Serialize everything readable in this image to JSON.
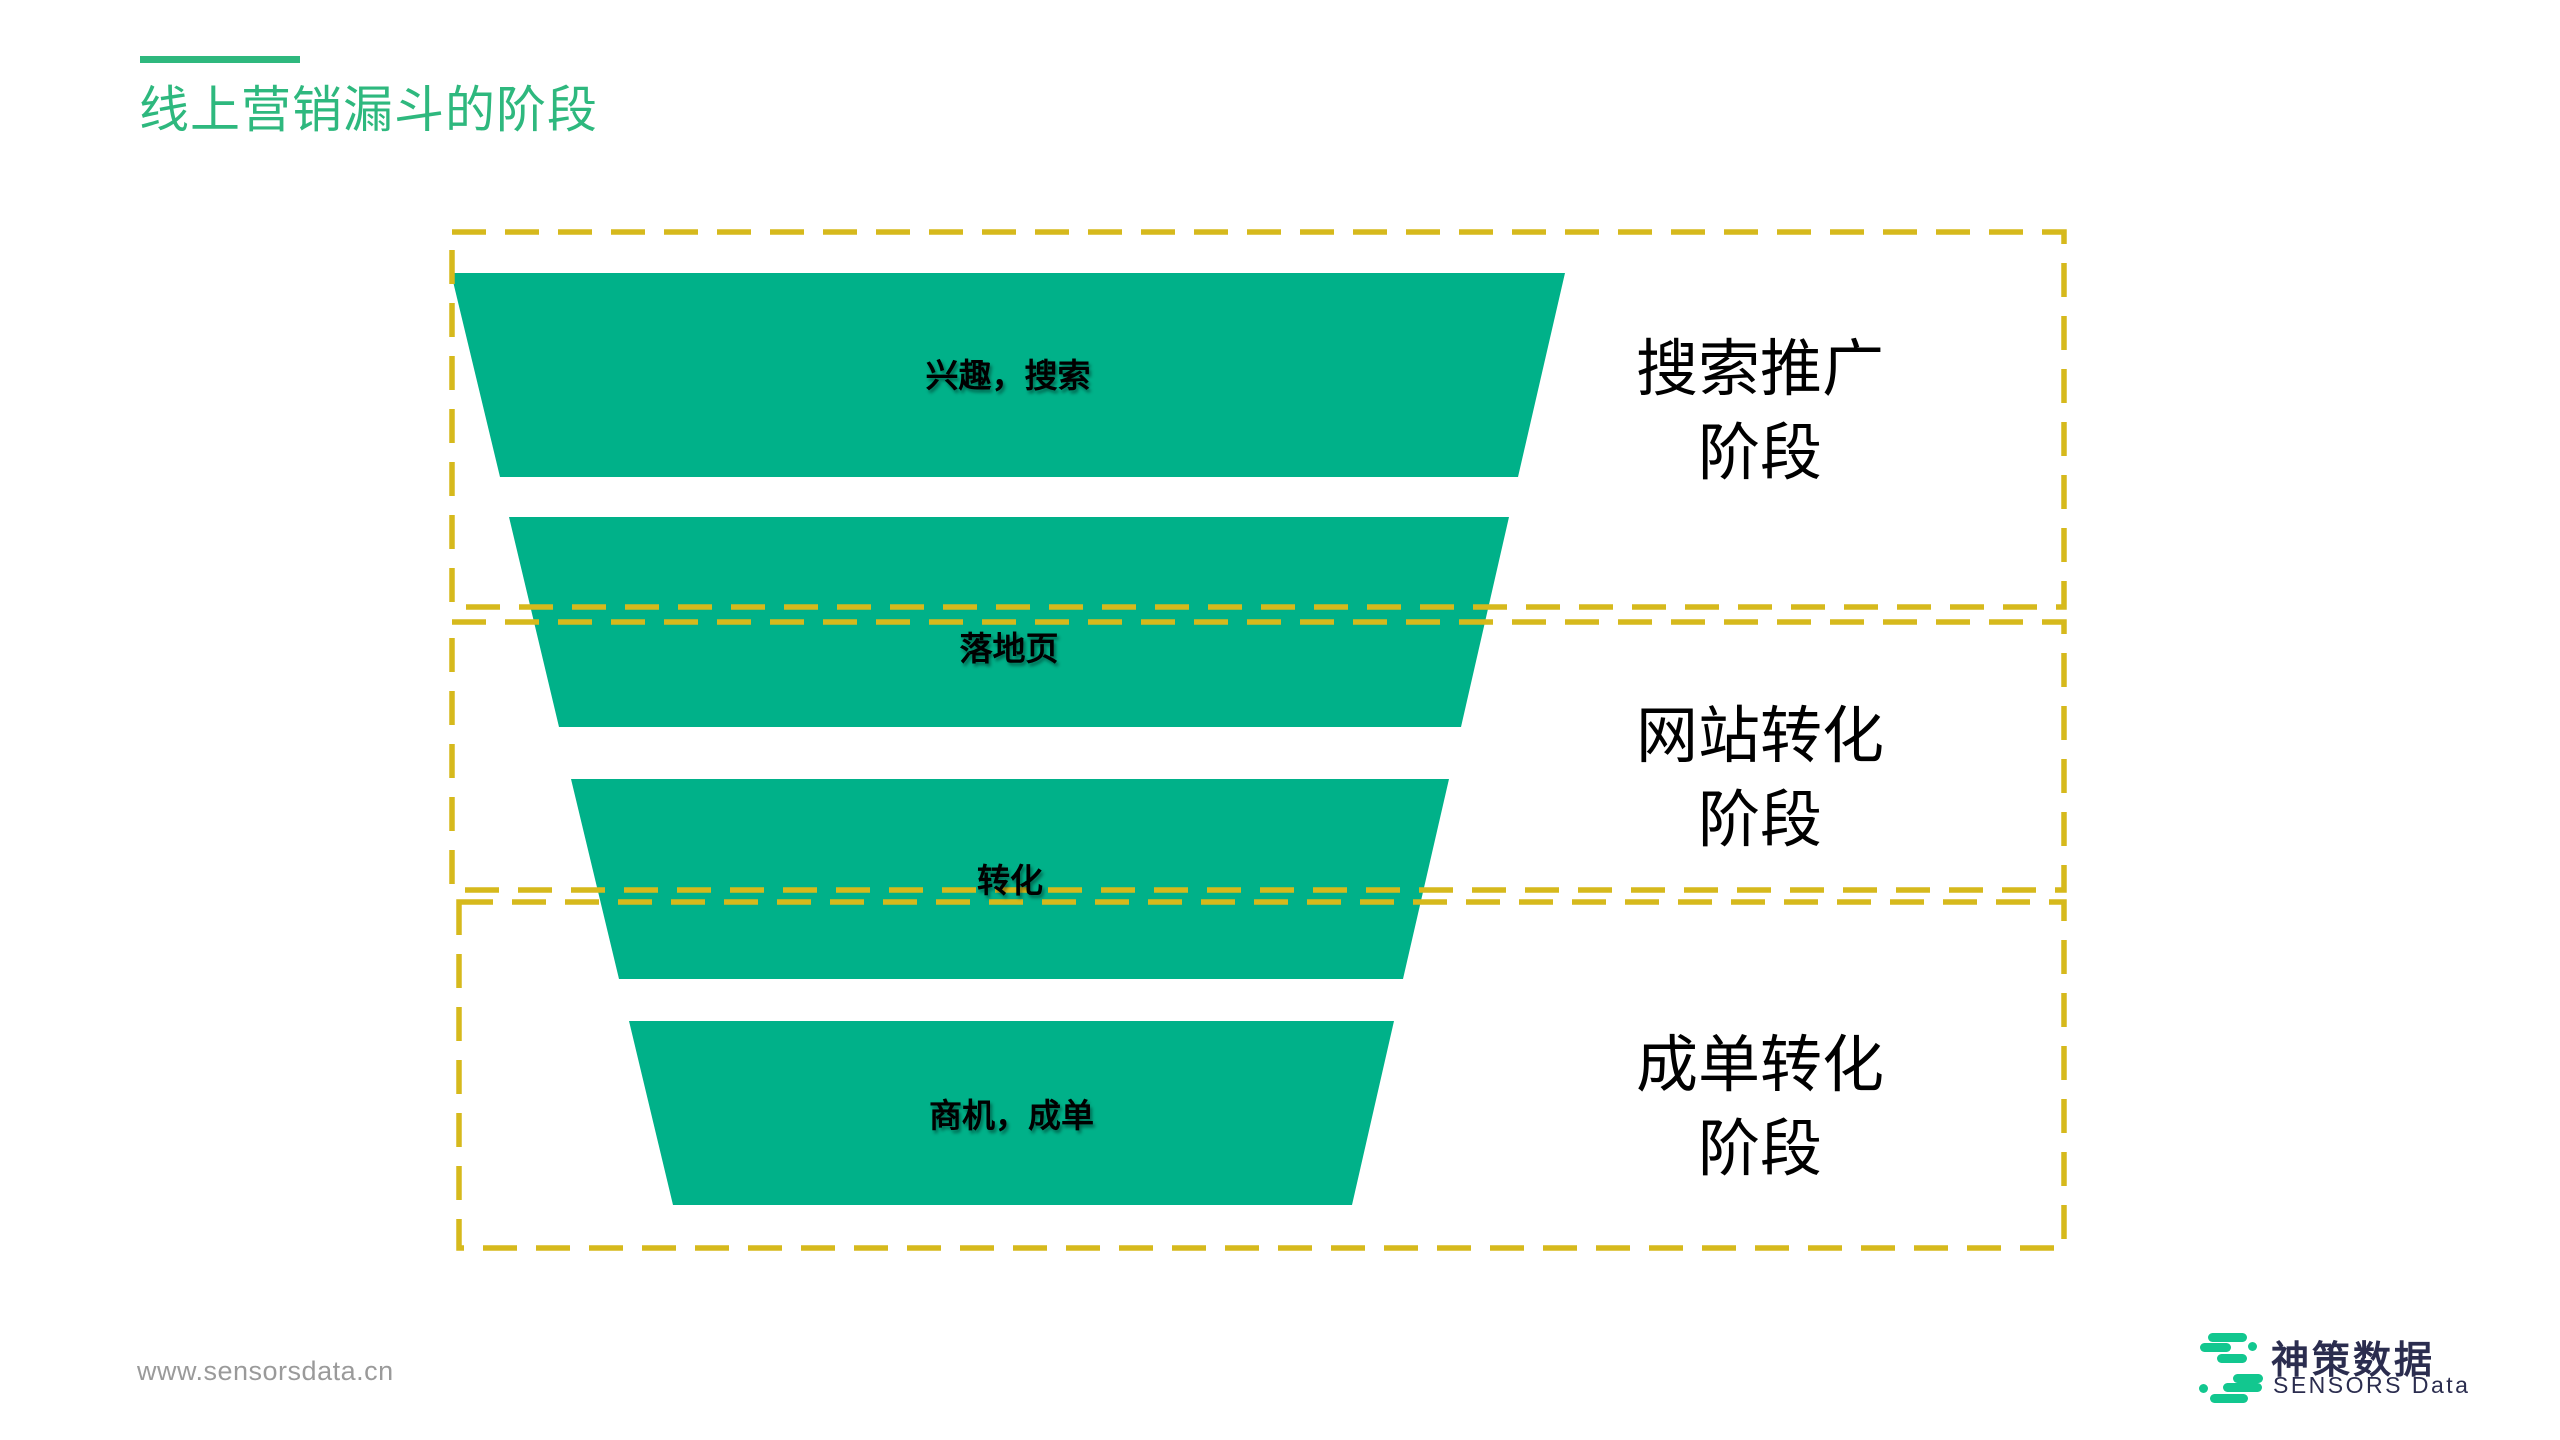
{
  "title": {
    "text": "线上营销漏斗的阶段"
  },
  "funnel": {
    "stages": [
      {
        "label": "兴趣，搜索"
      },
      {
        "label": "落地页"
      },
      {
        "label": "转化"
      },
      {
        "label": "商机，成单"
      }
    ]
  },
  "phases": [
    {
      "line1": "搜索推广",
      "line2": "阶段"
    },
    {
      "line1": "网站转化",
      "line2": "阶段"
    },
    {
      "line1": "成单转化",
      "line2": "阶段"
    }
  ],
  "footer": {
    "website": "www.sensorsdata.cn"
  },
  "logo": {
    "name_cn": "神策数据",
    "name_en": "SENSORS Data"
  },
  "colors": {
    "funnel-green": "#00B189",
    "dash-yellow": "#D6B91C",
    "title-green": "#2EB87E",
    "logo-green": "#12C78F",
    "logo-navy": "#2B2D4F",
    "url-gray": "#9A9A9A",
    "stage-text": "#000000"
  }
}
